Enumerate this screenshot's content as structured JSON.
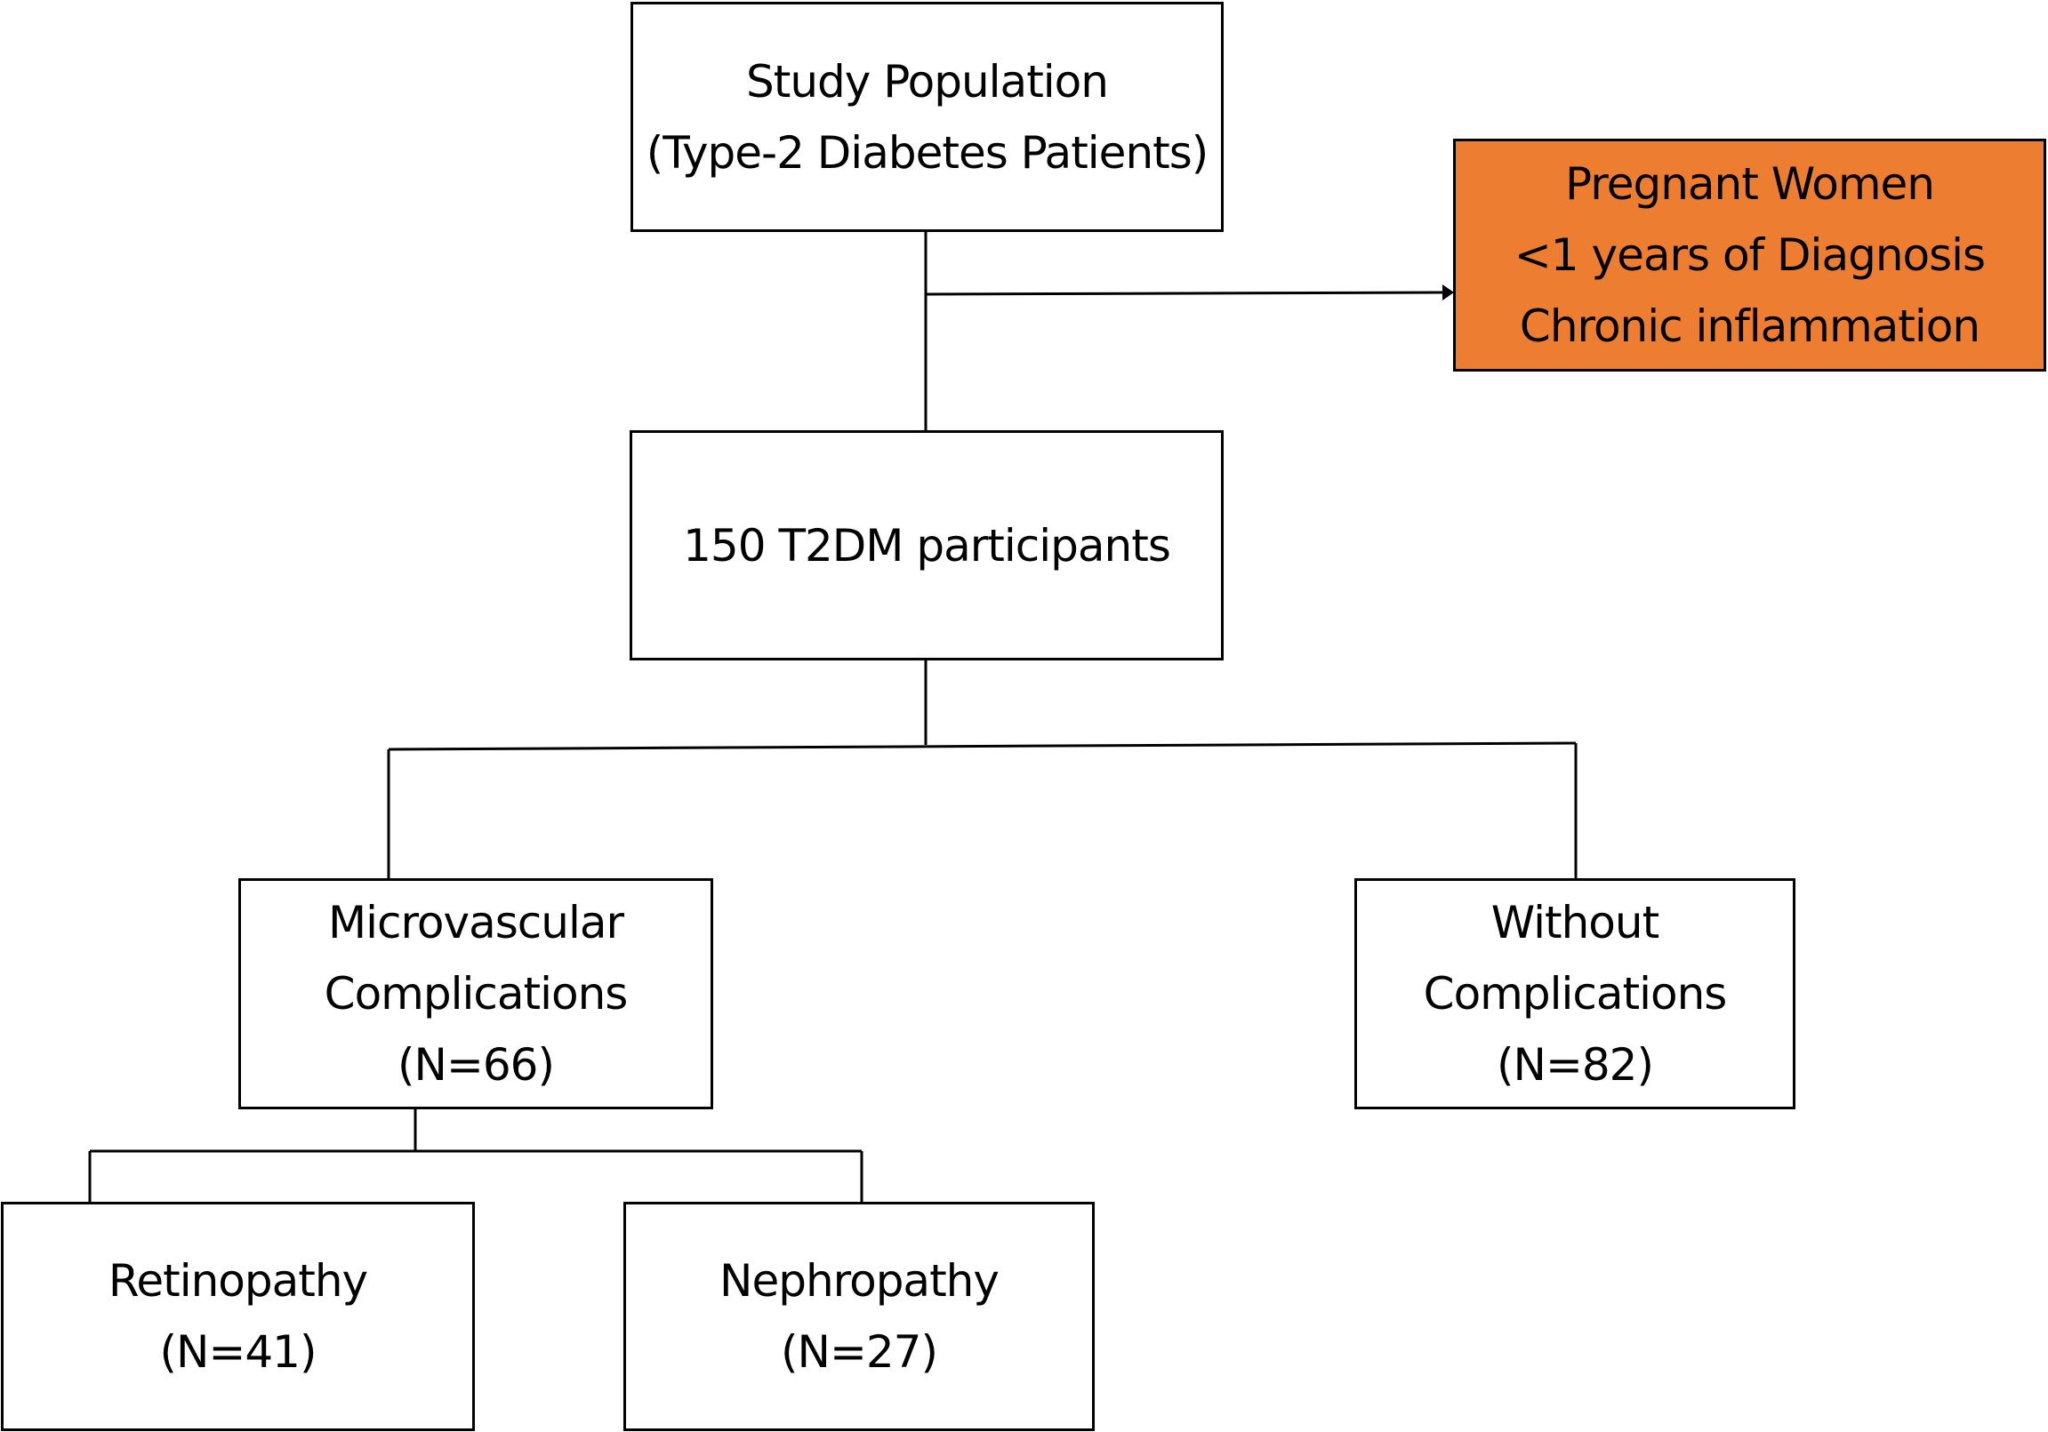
{
  "diagram": {
    "nodes": {
      "study_population": {
        "lines": [
          "Study Population",
          "(Type-2 Diabetes Patients)"
        ]
      },
      "excluded": {
        "lines": [
          "Pregnant Women",
          "<1 years of Diagnosis",
          "Chronic inflammation"
        ],
        "fill_color": "#ED7D31"
      },
      "participants": {
        "lines": [
          "150 T2DM participants"
        ]
      },
      "microvascular": {
        "lines": [
          "Microvascular",
          "Complications",
          "(N=66)"
        ]
      },
      "without": {
        "lines": [
          "Without",
          "Complications",
          "(N=82)"
        ]
      },
      "retinopathy": {
        "lines": [
          "Retinopathy",
          "(N=41)"
        ]
      },
      "nephropathy": {
        "lines": [
          "Nephropathy",
          "(N=27)"
        ]
      }
    },
    "edges": [
      {
        "from": "study_population",
        "to": "participants"
      },
      {
        "from": "study_population",
        "to": "excluded",
        "arrow": true
      },
      {
        "from": "participants",
        "to": "microvascular"
      },
      {
        "from": "participants",
        "to": "without"
      },
      {
        "from": "microvascular",
        "to": "retinopathy"
      },
      {
        "from": "microvascular",
        "to": "nephropathy"
      }
    ],
    "colors": {
      "stroke": "#000000",
      "box_fill": "#ffffff",
      "excluded_fill": "#ED7D31"
    }
  }
}
